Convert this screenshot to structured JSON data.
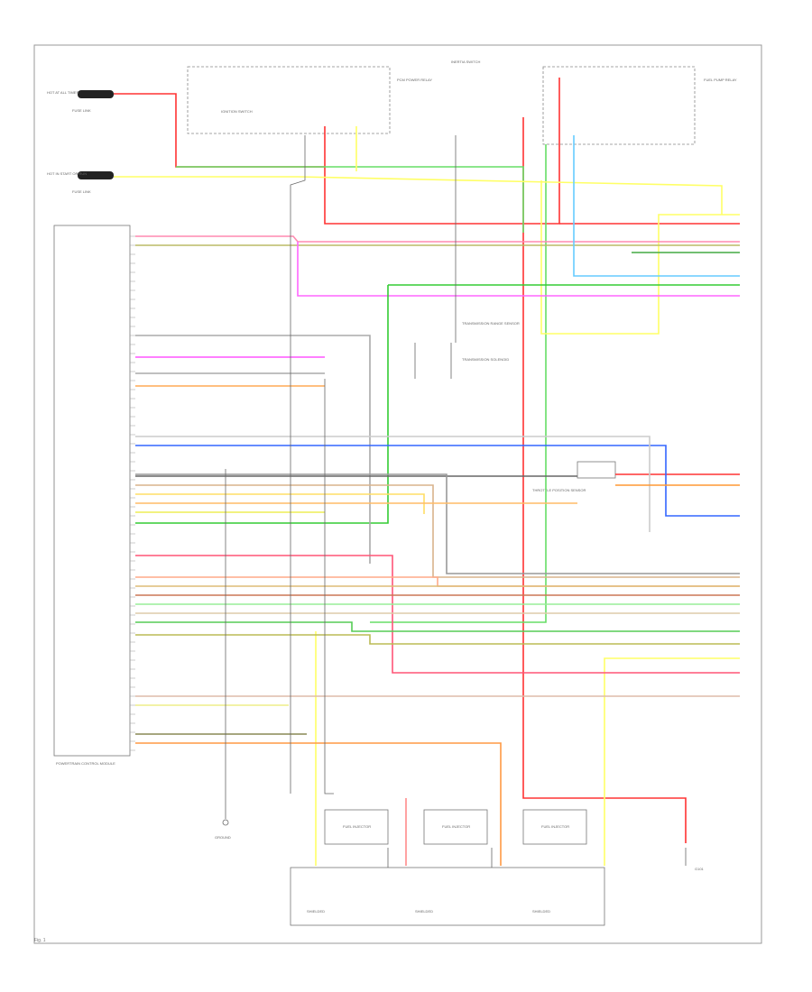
{
  "page_tag": "Fig. 1",
  "connector_labels": {
    "batt_top": "HOT AT ALL TIMES",
    "batt_mid": "HOT IN START OR RUN",
    "fuse_left_top": "FUSE LINK",
    "fuse_left_mid": "FUSE LINK",
    "ignition_switch": "IGNITION SWITCH",
    "main_relay": "PCM POWER RELAY",
    "fuel_pump_relay": "FUEL PUMP RELAY",
    "inertia_switch": "INERTIA SWITCH",
    "pcm_box": "POWERTRAIN CONTROL MODULE",
    "trans_range": "TRANSMISSION RANGE SENSOR",
    "trans_solenoid": "TRANSMISSION SOLENOID",
    "throttle_pos": "THROTTLE POSITION SENSOR",
    "fuel_injectors": "FUEL INJECTOR",
    "shielded": "SHIELDED",
    "ground_a": "GROUND",
    "ground_b": "G101"
  },
  "colors": {
    "red": "#ff3333",
    "pink": "#ff8a8a",
    "yellow": "#ffff66",
    "green": "#33cc33",
    "lightgreen": "#99ff99",
    "orange": "#ff9933",
    "magenta": "#ff55ff",
    "blue": "#3366ff",
    "cyan": "#66ccff",
    "brown": "#996633",
    "gray": "#888888",
    "tan": "#d9b38c",
    "olive": "#999933",
    "black": "#444444"
  }
}
